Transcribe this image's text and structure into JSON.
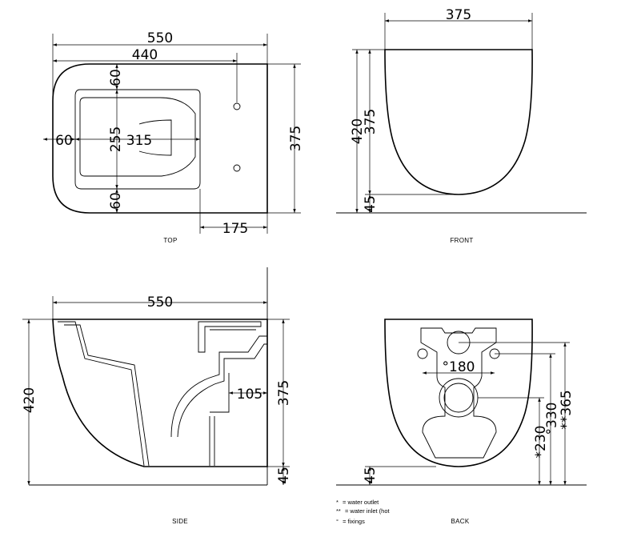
{
  "views": {
    "top": {
      "caption": "TOP",
      "dims": {
        "overall_length": "550",
        "depth_to_fixing": "440",
        "rim_top": "60",
        "rim_side": "60",
        "opening_width": "255",
        "opening_length": "315",
        "width": "375",
        "rim_bottom": "60",
        "fixing_offset": "175"
      }
    },
    "front": {
      "caption": "FRONT",
      "dims": {
        "width": "375",
        "height": "420",
        "bowl_height": "375",
        "floor_gap": "45"
      }
    },
    "side": {
      "caption": "SIDE",
      "dims": {
        "length": "550",
        "height": "420",
        "outlet_offset": "105",
        "bowl_height": "375",
        "floor_gap": "45"
      }
    },
    "back": {
      "caption": "BACK",
      "dims": {
        "fixing_spacing": "°180",
        "outlet_height": "*230",
        "fixing_height": "°330",
        "inlet_height": "**365",
        "floor_gap": "45"
      }
    }
  },
  "legend": [
    {
      "symbol": "*",
      "text": "= water outlet"
    },
    {
      "symbol": "**",
      "text": "= water inlet (hot"
    },
    {
      "symbol": "°",
      "text": "= fixings"
    }
  ]
}
